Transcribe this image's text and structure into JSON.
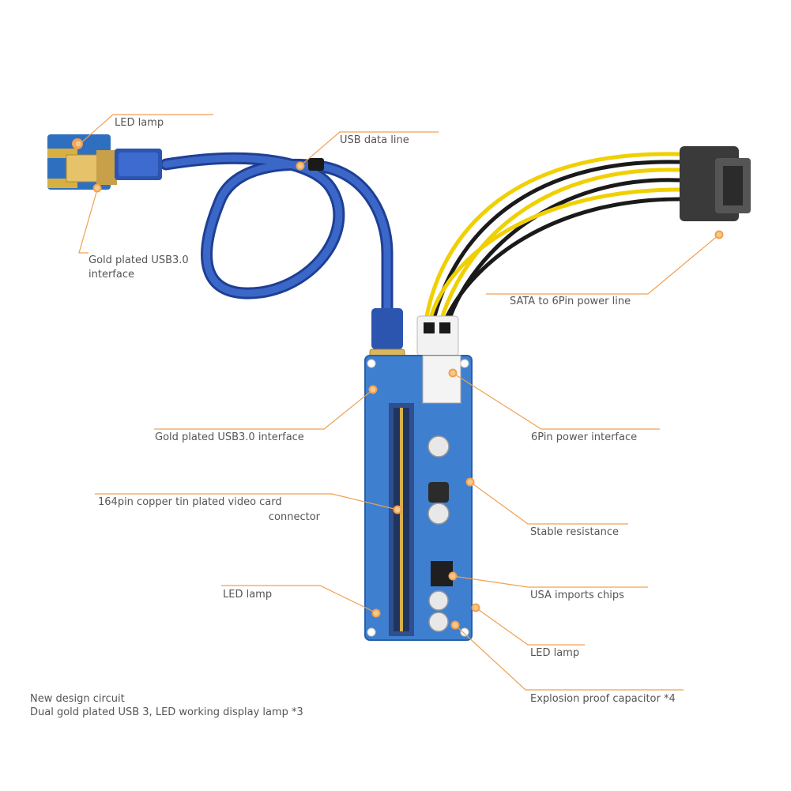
{
  "labels": {
    "led_lamp_top": "LED lamp",
    "usb_data_line": "USB data line",
    "gold_usb_top_line1": "Gold plated USB3.0",
    "gold_usb_top_line2": "interface",
    "sata_power_line": "SATA to 6Pin power line",
    "gold_usb_board": "Gold plated USB3.0 interface",
    "six_pin_interface": "6Pin power interface",
    "video_connector_line1": "164pin copper tin plated video card",
    "video_connector_line2": "connector",
    "stable_resistance": "Stable resistance",
    "led_lamp_left": "LED lamp",
    "usa_chips": "USA imports chips",
    "led_lamp_right": "LED lamp",
    "explosion_capacitor": "Explosion proof capacitor *4"
  },
  "footer": {
    "line1": "New design circuit",
    "line2": "Dual gold plated USB 3, LED working display lamp *3"
  },
  "colors": {
    "leader_line": "#f0a050",
    "marker_fill": "#f5c98a",
    "cable_blue": "#2f57b5",
    "pcb_blue": "#3f7fcf",
    "wire_yellow": "#f0d000",
    "wire_black": "#1a1a1a",
    "label_text": "#555555"
  }
}
